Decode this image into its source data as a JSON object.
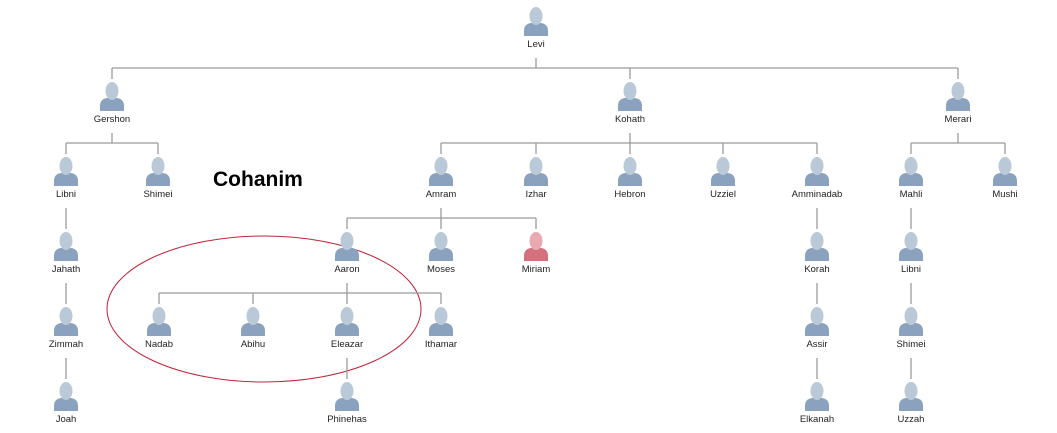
{
  "annotation": {
    "label": "Cohanim",
    "ellipse_color": "#c0243c"
  },
  "colors": {
    "male_head": "#bac9d8",
    "male_body": "#8aa2bd",
    "female_head": "#e8a9b1",
    "female_body": "#d5707d",
    "line": "#9a9a9a"
  },
  "nodes": [
    {
      "id": "levi",
      "name": "Levi",
      "parent": null,
      "gender": "m"
    },
    {
      "id": "gershon",
      "name": "Gershon",
      "parent": "levi",
      "gender": "m"
    },
    {
      "id": "kohath",
      "name": "Kohath",
      "parent": "levi",
      "gender": "m"
    },
    {
      "id": "merari",
      "name": "Merari",
      "parent": "levi",
      "gender": "m"
    },
    {
      "id": "libni1",
      "name": "Libni",
      "parent": "gershon",
      "gender": "m"
    },
    {
      "id": "shimei1",
      "name": "Shimei",
      "parent": "gershon",
      "gender": "m"
    },
    {
      "id": "amram",
      "name": "Amram",
      "parent": "kohath",
      "gender": "m"
    },
    {
      "id": "izhar",
      "name": "Izhar",
      "parent": "kohath",
      "gender": "m"
    },
    {
      "id": "hebron",
      "name": "Hebron",
      "parent": "kohath",
      "gender": "m"
    },
    {
      "id": "uzziel",
      "name": "Uzziel",
      "parent": "kohath",
      "gender": "m"
    },
    {
      "id": "amminadab",
      "name": "Amminadab",
      "parent": "kohath",
      "gender": "m"
    },
    {
      "id": "mahli",
      "name": "Mahli",
      "parent": "merari",
      "gender": "m"
    },
    {
      "id": "mushi",
      "name": "Mushi",
      "parent": "merari",
      "gender": "m"
    },
    {
      "id": "jahath",
      "name": "Jahath",
      "parent": "libni1",
      "gender": "m"
    },
    {
      "id": "aaron",
      "name": "Aaron",
      "parent": "amram",
      "gender": "m"
    },
    {
      "id": "moses",
      "name": "Moses",
      "parent": "amram",
      "gender": "m"
    },
    {
      "id": "miriam",
      "name": "Miriam",
      "parent": "amram",
      "gender": "f"
    },
    {
      "id": "korah",
      "name": "Korah",
      "parent": "amminadab",
      "gender": "m"
    },
    {
      "id": "libni2",
      "name": "Libni",
      "parent": "mahli",
      "gender": "m"
    },
    {
      "id": "zimmah",
      "name": "Zimmah",
      "parent": "jahath",
      "gender": "m"
    },
    {
      "id": "nadab",
      "name": "Nadab",
      "parent": "aaron",
      "gender": "m"
    },
    {
      "id": "abihu",
      "name": "Abihu",
      "parent": "aaron",
      "gender": "m"
    },
    {
      "id": "eleazar",
      "name": "Eleazar",
      "parent": "aaron",
      "gender": "m"
    },
    {
      "id": "ithamar",
      "name": "Ithamar",
      "parent": "aaron",
      "gender": "m"
    },
    {
      "id": "assir",
      "name": "Assir",
      "parent": "korah",
      "gender": "m"
    },
    {
      "id": "shimei2",
      "name": "Shimei",
      "parent": "libni2",
      "gender": "m"
    },
    {
      "id": "joah",
      "name": "Joah",
      "parent": "zimmah",
      "gender": "m"
    },
    {
      "id": "phinehas",
      "name": "Phinehas",
      "parent": "eleazar",
      "gender": "m"
    },
    {
      "id": "elkanah",
      "name": "Elkanah",
      "parent": "assir",
      "gender": "m"
    },
    {
      "id": "uzzah",
      "name": "Uzzah",
      "parent": "libni2",
      "gender": "m",
      "via": "shimei2"
    }
  ]
}
